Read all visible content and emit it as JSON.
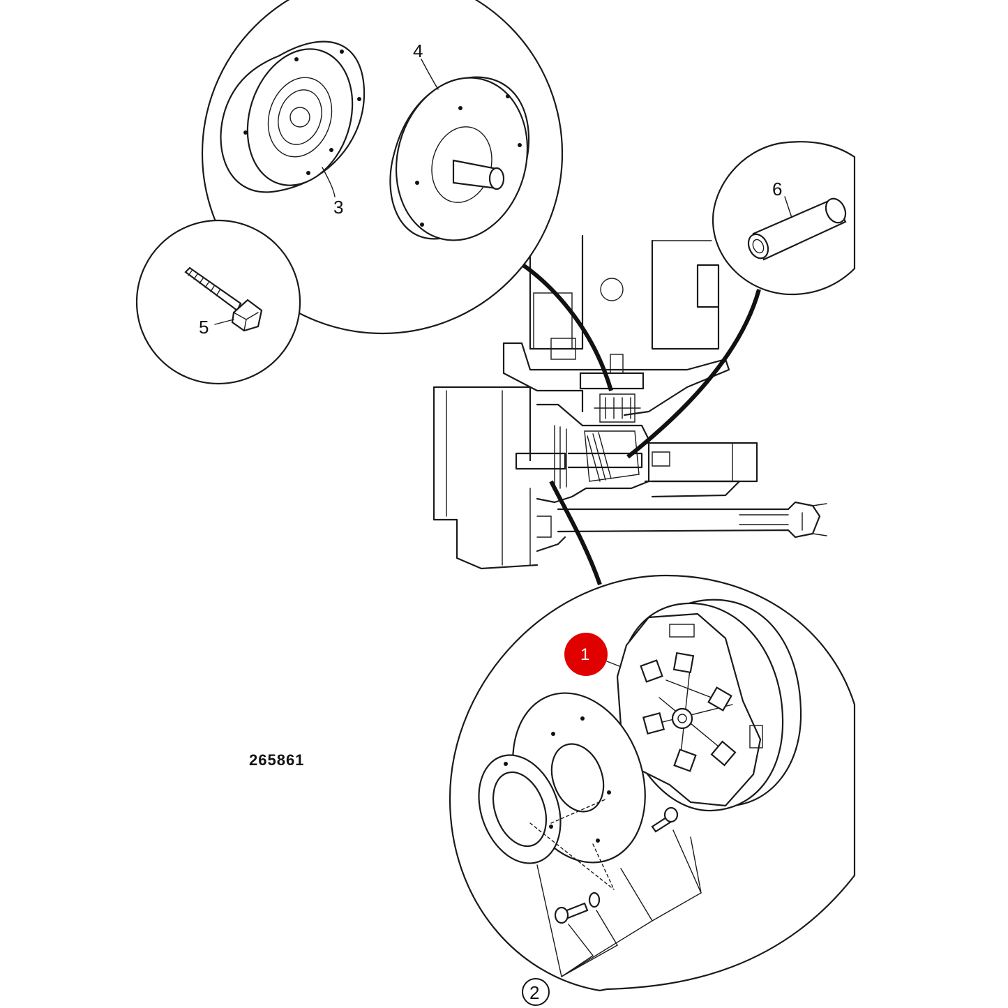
{
  "figure": {
    "reference_number": "265861",
    "highlight_color": "#e00000",
    "callouts": [
      {
        "label": "1",
        "highlighted": true
      },
      {
        "label": "2",
        "circled": true
      },
      {
        "label": "3"
      },
      {
        "label": "4"
      },
      {
        "label": "5"
      },
      {
        "label": "6"
      }
    ]
  }
}
